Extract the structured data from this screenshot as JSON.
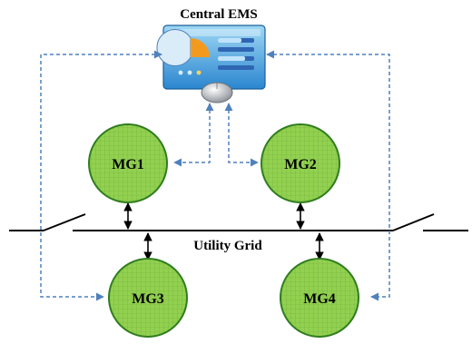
{
  "title": "Central EMS",
  "grid_label": "Utility Grid",
  "microgrids": [
    {
      "label": "MG1"
    },
    {
      "label": "MG2"
    },
    {
      "label": "MG3"
    },
    {
      "label": "MG4"
    }
  ],
  "icon": "ems-control-panel-icon",
  "colors": {
    "mg_fill": "#92d050",
    "mg_stroke": "#2f7d1e",
    "comm_line": "#4f81bd",
    "grid_line": "#000000",
    "panel_top": "#7fc8ef",
    "panel_bottom": "#1f79c4",
    "chart_accent": "#f39a1e"
  }
}
